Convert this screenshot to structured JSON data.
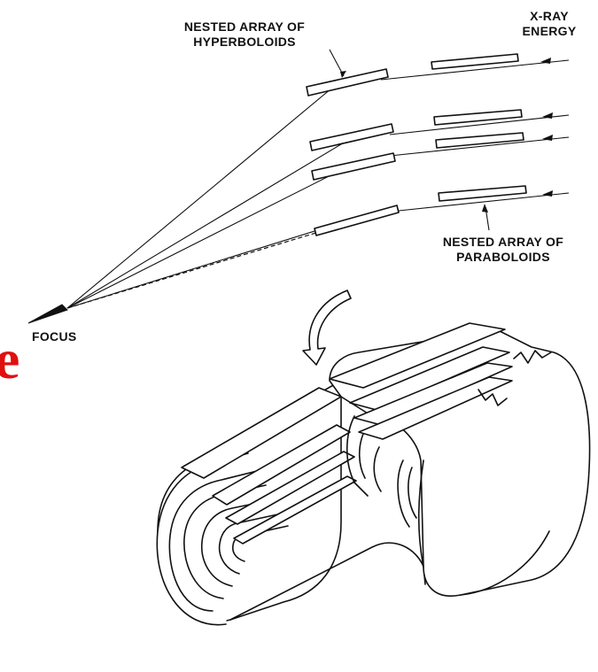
{
  "labels": {
    "hyperboloids_line1": "NESTED ARRAY OF",
    "hyperboloids_line2": "HYPERBOLOIDS",
    "xray_line1": "X-RAY",
    "xray_line2": "ENERGY",
    "paraboloids_line1": "NESTED ARRAY OF",
    "paraboloids_line2": "PARABOLOIDS",
    "focus": "FOCUS",
    "red_letter": "e"
  },
  "colors": {
    "ink": "#111111",
    "accent_red": "#e01010",
    "background": "#ffffff"
  }
}
